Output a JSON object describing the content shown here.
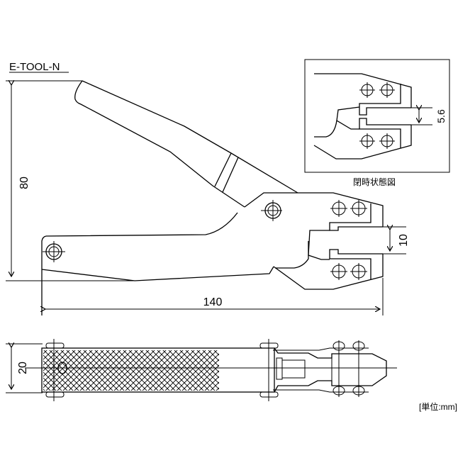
{
  "title": "E-TOOL-N",
  "dimensions": {
    "height": "80",
    "length": "140",
    "open_gap": "10",
    "closed_gap": "5.6",
    "width": "20"
  },
  "inset_caption": "閉時状態図",
  "unit_note": "[単位:mm]",
  "colors": {
    "line": "#000000",
    "background": "#ffffff"
  }
}
